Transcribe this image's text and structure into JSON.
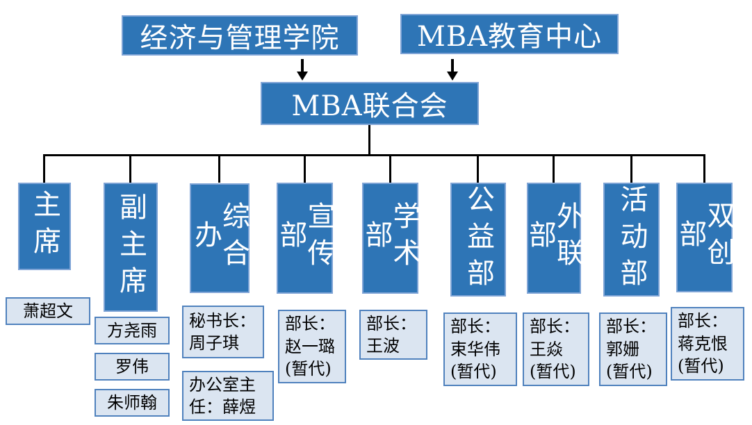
{
  "top": {
    "college": "经济与管理学院",
    "mba_center": "MBA教育中心",
    "federation": "MBA联合会"
  },
  "departments": [
    {
      "label": "主席",
      "members": [
        "萧超文"
      ]
    },
    {
      "label": "副主席",
      "members": [
        "方尧雨",
        "罗伟",
        "朱师翰"
      ]
    },
    {
      "label": "综合办",
      "members": [
        "秘书长：\n周子琪",
        "办公室主\n任：薛煜"
      ]
    },
    {
      "label": "宣传部",
      "members": [
        "部长：\n赵一璐\n(暂代)"
      ]
    },
    {
      "label": "学术部",
      "members": [
        "部长：\n王波"
      ]
    },
    {
      "label": "公益部",
      "members": [
        "部长：\n束华伟\n(暂代)"
      ]
    },
    {
      "label": "外联部",
      "members": [
        "部长：\n王焱\n(暂代)"
      ]
    },
    {
      "label": "活动部",
      "members": [
        "部长：\n郭姗\n(暂代)"
      ]
    },
    {
      "label": "双创部",
      "members": [
        "部长：\n蒋克恨\n(暂代)"
      ]
    }
  ],
  "colors": {
    "box_blue": "#2E75B6",
    "box_edge": "#7FA4D6",
    "member_bg": "#DBE5F1",
    "member_edge": "#4F81BD",
    "line": "#000000"
  }
}
